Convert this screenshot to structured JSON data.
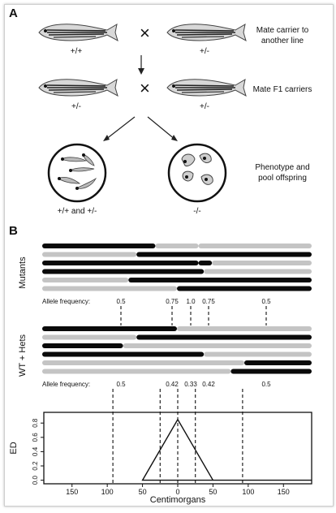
{
  "panel_a": {
    "label": "A",
    "row1": {
      "left_genotype": "+/+",
      "right_genotype": "+/-",
      "caption": [
        "Mate carrier to",
        "another line"
      ]
    },
    "row2": {
      "left_genotype": "+/-",
      "right_genotype": "+/-",
      "caption": [
        "Mate F1 carriers"
      ]
    },
    "cross_symbol": "×",
    "offspring": {
      "left_label": "+/+ and +/-",
      "right_label": "-/-",
      "caption": [
        "Phenotype and",
        "pool offspring"
      ]
    }
  },
  "panel_b": {
    "label": "B",
    "mutants": {
      "group_label": "Mutants",
      "allele_freq_label": "Allele frequency:",
      "freq_values": [
        "0.5",
        "0.75",
        "1.0",
        "0.75",
        "0.5"
      ],
      "rows": [
        [
          [
            "k",
            0.0,
            0.42
          ],
          [
            "g",
            0.42,
            0.58
          ],
          [
            "g",
            0.58,
            1.0
          ]
        ],
        [
          [
            "g",
            0.0,
            0.35
          ],
          [
            "k",
            0.35,
            1.0
          ]
        ],
        [
          [
            "k",
            0.0,
            0.58
          ],
          [
            "k",
            0.58,
            0.63
          ],
          [
            "g",
            0.63,
            1.0
          ]
        ],
        [
          [
            "k",
            0.0,
            0.6
          ],
          [
            "g",
            0.6,
            1.0
          ]
        ],
        [
          [
            "g",
            0.0,
            0.32
          ],
          [
            "k",
            0.32,
            1.0
          ]
        ],
        [
          [
            "g",
            0.0,
            0.5
          ],
          [
            "k",
            0.5,
            1.0
          ]
        ]
      ]
    },
    "wt_hets": {
      "group_label": "WT + Hets",
      "allele_freq_label": "Allele frequency:",
      "freq_values": [
        "0.5",
        "0.42",
        "0.33",
        "0.42",
        "0.5"
      ],
      "rows": [
        [
          [
            "k",
            0.0,
            0.5
          ],
          [
            "g",
            0.5,
            1.0
          ]
        ],
        [
          [
            "g",
            0.0,
            0.35
          ],
          [
            "k",
            0.35,
            1.0
          ]
        ],
        [
          [
            "k",
            0.0,
            0.3
          ],
          [
            "g",
            0.3,
            1.0
          ]
        ],
        [
          [
            "k",
            0.0,
            0.6
          ],
          [
            "g",
            0.6,
            1.0
          ]
        ],
        [
          [
            "g",
            0.0,
            0.75
          ],
          [
            "k",
            0.75,
            1.0
          ]
        ],
        [
          [
            "g",
            0.0,
            0.7
          ],
          [
            "k",
            0.7,
            1.0
          ]
        ]
      ]
    },
    "colors": {
      "k": "#0a0a0a",
      "g": "#c4c4c4"
    }
  },
  "chart_data": {
    "type": "line",
    "x": [
      -190,
      50,
      0,
      -50,
      -190
    ],
    "y": [
      0.0,
      0.0,
      0.85,
      0.0,
      0.0
    ],
    "xlabel": "Centimorgans",
    "ylabel": "ED",
    "xlim": [
      190,
      -190
    ],
    "ylim": [
      -0.05,
      0.95
    ],
    "x_ticks": [
      150,
      100,
      50,
      0,
      -50,
      -100,
      -150
    ],
    "x_tick_labels": [
      "150",
      "100",
      "50",
      "0",
      "50",
      "100",
      "150"
    ],
    "y_ticks": [
      0.0,
      0.2,
      0.4,
      0.6,
      0.8
    ],
    "y_tick_labels": [
      "0.0",
      "0.2",
      "0.4",
      "0.6",
      "0.8"
    ],
    "dashed_markers_x": [
      92,
      25,
      0,
      -25,
      -92
    ]
  }
}
